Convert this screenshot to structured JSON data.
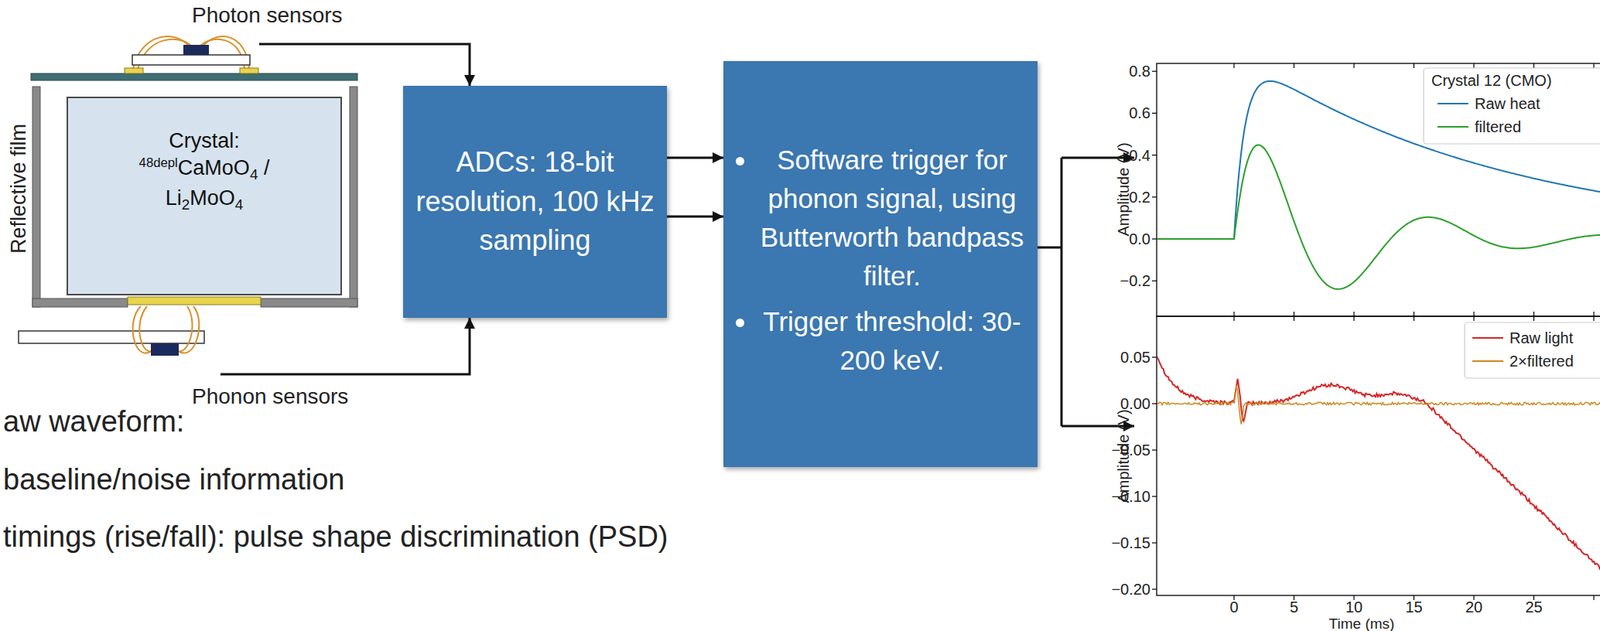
{
  "diagram": {
    "nodes": [
      {
        "text": [
          "Photon sensors"
        ]
      },
      {
        "text": [
          "Crystal: 48deplCaMoO4 / Li2MoO4"
        ]
      },
      {
        "text": [
          "Phonon sensors"
        ]
      },
      {
        "text": [
          "ADCs: 18-bit resolution, 100 kHz sampling"
        ]
      },
      {
        "text": [
          "Software trigger for phonon signal, using Butterworth bandpass filter.",
          "Trigger threshold: 30-200 keV."
        ]
      }
    ],
    "edges": [
      {
        "from": 0,
        "to": 3,
        "arrow": "to"
      },
      {
        "from": 2,
        "to": 3,
        "arrow": "to"
      },
      {
        "from": 3,
        "to": 4,
        "arrow": "to"
      },
      {
        "from": 3,
        "to": 4,
        "arrow": "to"
      }
    ],
    "labels": [
      "Reflective film",
      "aw waveform:",
      "baseline/noise information",
      "timings (rise/fall): pulse shape discrimination (PSD)",
      "Crystal 12 (CMO)",
      "0.8",
      "0.6",
      "0.4",
      "0.2",
      "0.0",
      "−0.2",
      "Amplitude (V)",
      "0.05",
      "0.00",
      "−0.05",
      "−0.10",
      "−0.15",
      "−0.20",
      "Amplitude (V)",
      "0",
      "5",
      "10",
      "15",
      "20",
      "25",
      "Time (ms)"
    ],
    "legend": [
      {
        "text": "Raw heat"
      },
      {
        "text": "filtered"
      },
      {
        "text": "Raw light"
      },
      {
        "text": "2×filtered"
      }
    ]
  }
}
